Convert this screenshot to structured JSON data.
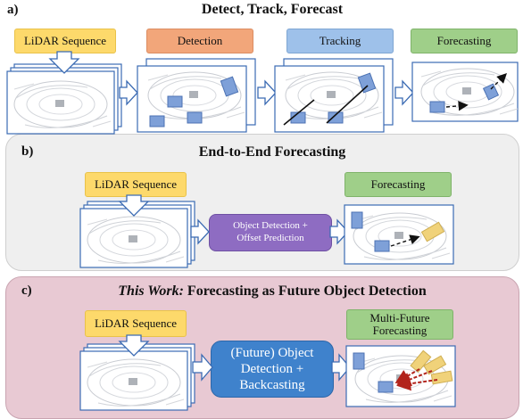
{
  "section_a": {
    "letter": "a)",
    "title": "Detect, Track, Forecast",
    "input_label": "LiDAR Sequence",
    "stages": [
      "Detection",
      "Tracking",
      "Forecasting"
    ]
  },
  "section_b": {
    "letter": "b)",
    "title": "End-to-End Forecasting",
    "input_label": "LiDAR Sequence",
    "process_line1": "Object Detection +",
    "process_line2": "Offset Prediction",
    "output_label": "Forecasting"
  },
  "section_c": {
    "letter": "c)",
    "title_italic": "This Work:",
    "title_rest": " Forecasting as Future Object Detection",
    "input_label": "LiDAR Sequence",
    "process_line1": "(Future) Object",
    "process_line2": "Detection +",
    "process_line3": "Backcasting",
    "output_line1": "Multi-Future",
    "output_line2": "Forecasting"
  },
  "colors": {
    "input": "#fdd96b",
    "detection": "#f2a67a",
    "tracking": "#9ec1ea",
    "forecasting": "#9fcf89",
    "offset_process": "#8e6cc2",
    "future_process": "#3f82cc",
    "panel_b": "#efefef",
    "panel_c": "#e8c9d3",
    "detected_box": "#7ea0d8",
    "forecast_box": "#f0d27a",
    "multi_future_arrow": "#c0392b"
  }
}
